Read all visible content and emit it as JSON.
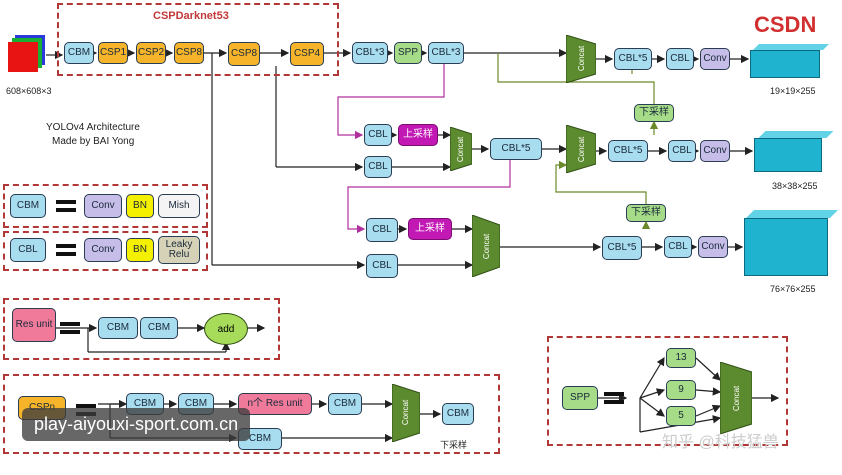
{
  "logo": "CSDN",
  "backbone_title": "CSPDarknet53",
  "input_label": "608×608×3",
  "caption_line1": "YOLOv4 Architecture",
  "caption_line2": "Made by BAI Yong",
  "labels": {
    "cbm": "CBM",
    "csp1": "CSP1",
    "csp2": "CSP2",
    "csp8": "CSP8",
    "csp4": "CSP4",
    "cbl": "CBL",
    "cbl3": "CBL*3",
    "cbl5": "CBL*5",
    "spp": "SPP",
    "conv": "Conv",
    "bn": "BN",
    "mish": "Mish",
    "leaky": "Leaky Relu",
    "concat": "Concat",
    "upsample": "上采样",
    "downsample": "下采样",
    "res_unit": "Res unit",
    "n_res_unit": "n个 Res unit",
    "add": "add",
    "cspn": "CSPn",
    "pool13": "13",
    "pool9": "9",
    "pool5": "5"
  },
  "outputs": [
    "19×19×255",
    "38×38×255",
    "76×76×255"
  ],
  "colors": {
    "cbm": "#a8dcef",
    "csp": "#f6b42a",
    "spp": "#a6dc88",
    "conv": "#c6bde8",
    "bn": "#f4f000",
    "res": "#ef7a9a",
    "upsample": "#c218b4",
    "concat": "#5c8a2e",
    "output": "#1fb3d0",
    "dash_border": "#b23838"
  },
  "watermark_left": "play-aiyouxi-sport.com.cn",
  "watermark_right": "知乎 @科技猛兽"
}
